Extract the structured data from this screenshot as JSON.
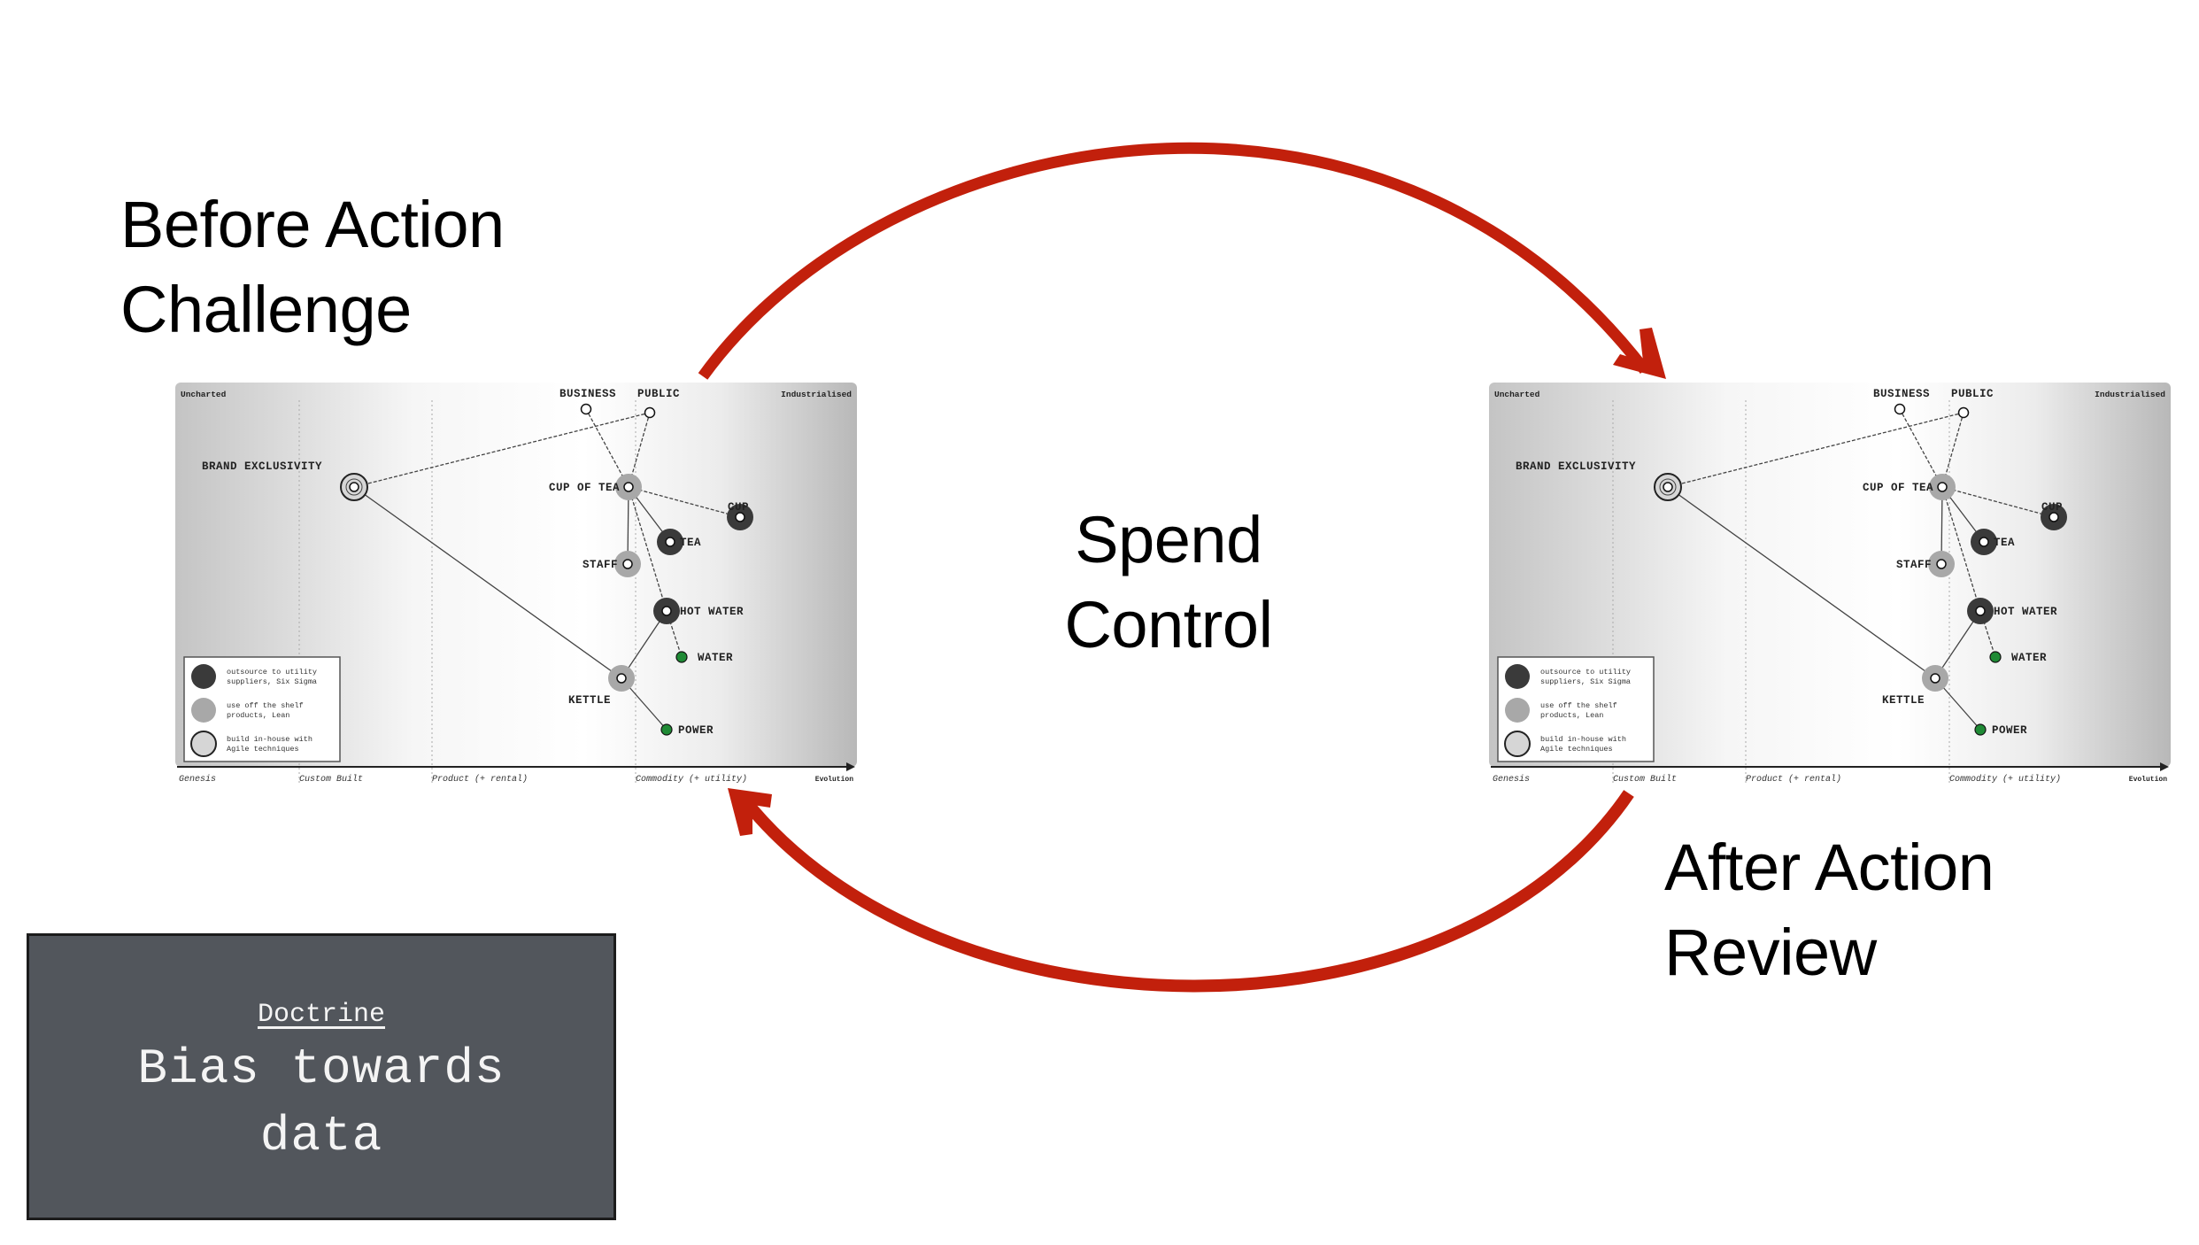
{
  "labels": {
    "before": [
      "Before Action",
      "Challenge"
    ],
    "center": [
      "Spend",
      "Control"
    ],
    "after": [
      "After Action",
      "Review"
    ]
  },
  "doctrine": {
    "title": "Doctrine",
    "text": [
      "Bias towards",
      "data"
    ]
  },
  "colors": {
    "arrow": "#c2200c",
    "doctrine_bg": "#52565c",
    "outsource": "#3a3a3a",
    "off_the_shelf": "#a8a8a8",
    "in_house": "#d6d6d6",
    "green": "#1f8a35"
  },
  "map": {
    "corner_left": "Uncharted",
    "corner_right": "Industrialised",
    "stages": [
      "Genesis",
      "Custom Built",
      "Product (+ rental)",
      "Commodity (+ utility)"
    ],
    "axis_label": "Evolution",
    "legend": [
      {
        "type": "outsource",
        "lines": [
          "outsource to utility",
          "suppliers, Six Sigma"
        ]
      },
      {
        "type": "off_the_shelf",
        "lines": [
          "use off the shelf",
          "products, Lean"
        ]
      },
      {
        "type": "in_house",
        "lines": [
          "build in-house with",
          "Agile techniques"
        ]
      }
    ],
    "nodes": [
      {
        "id": "business",
        "label": "BUSINESS",
        "type": "plain"
      },
      {
        "id": "public",
        "label": "PUBLIC",
        "type": "plain"
      },
      {
        "id": "brand",
        "label": "BRAND EXCLUSIVITY",
        "type": "in_house"
      },
      {
        "id": "cupoftea",
        "label": "CUP OF TEA",
        "type": "off_the_shelf"
      },
      {
        "id": "cup",
        "label": "CUP",
        "type": "outsource"
      },
      {
        "id": "tea",
        "label": "TEA",
        "type": "outsource"
      },
      {
        "id": "staff",
        "label": "STAFF",
        "type": "off_the_shelf"
      },
      {
        "id": "hotwater",
        "label": "HOT WATER",
        "type": "outsource"
      },
      {
        "id": "water",
        "label": "WATER",
        "type": "green"
      },
      {
        "id": "kettle",
        "label": "KETTLE",
        "type": "off_the_shelf"
      },
      {
        "id": "power",
        "label": "POWER",
        "type": "green"
      }
    ],
    "links": [
      {
        "from": "business",
        "to": "cupoftea",
        "style": "dashed"
      },
      {
        "from": "public",
        "to": "cupoftea",
        "style": "dashed"
      },
      {
        "from": "public",
        "to": "brand",
        "style": "dashed"
      },
      {
        "from": "brand",
        "to": "kettle",
        "style": "solid"
      },
      {
        "from": "cupoftea",
        "to": "cup",
        "style": "dashed"
      },
      {
        "from": "cupoftea",
        "to": "tea",
        "style": "solid"
      },
      {
        "from": "cupoftea",
        "to": "staff",
        "style": "solid"
      },
      {
        "from": "cupoftea",
        "to": "hotwater",
        "style": "dashed"
      },
      {
        "from": "hotwater",
        "to": "water",
        "style": "dashed"
      },
      {
        "from": "hotwater",
        "to": "kettle",
        "style": "solid"
      },
      {
        "from": "kettle",
        "to": "power",
        "style": "solid"
      }
    ]
  }
}
